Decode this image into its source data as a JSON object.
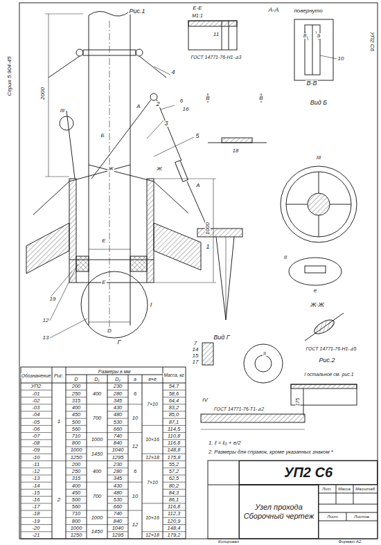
{
  "diagram": {
    "nodes": [
      {
        "text": [
          "УП2 С6"
        ]
      },
      {
        "text": [
          "Узел прохода",
          "Сборочный чертеж"
        ]
      }
    ],
    "labels": [
      "Обозначение",
      "Рис.",
      "Размеры в мм",
      "D",
      "D₁",
      "D₂",
      "а",
      "в×е",
      "Масса, кг",
      "УП2",
      "200",
      "230",
      "54,7",
      "-01",
      "250",
      "280",
      "58,6",
      "-02",
      "315",
      "345",
      "64,4",
      "-03",
      "400",
      "430",
      "83,2",
      "-04",
      "450",
      "480",
      "85,0",
      "-05",
      "500",
      "530",
      "87,1",
      "-06",
      "560",
      "660",
      "114,5",
      "-07",
      "710",
      "740",
      "110,8",
      "-08",
      "800",
      "840",
      "116,8",
      "-09",
      "1000",
      "1040",
      "148,8",
      "-10",
      "1250",
      "1295",
      "175,8",
      "-11",
      "200",
      "230",
      "55,2",
      "-12",
      "250",
      "280",
      "57,2",
      "-13",
      "315",
      "345",
      "62,5",
      "-14",
      "400",
      "430",
      "80,2",
      "-15",
      "450",
      "480",
      "84,3",
      "-16",
      "500",
      "530",
      "86,1",
      "-17",
      "560",
      "660",
      "116,8",
      "-18",
      "710",
      "740",
      "112,3",
      "-19",
      "800",
      "840",
      "120,9",
      "-20",
      "1000",
      "1040",
      "148,4",
      "-21",
      "1250",
      "1295",
      "179,2",
      "1",
      "2",
      "400",
      "700",
      "1000",
      "1450",
      "6",
      "10",
      "12",
      "7×10",
      "10×16",
      "12×18",
      "400",
      "700",
      "1000",
      "1450",
      "6",
      "10",
      "12",
      "7×10",
      "10×16",
      "12×18",
      "Рис.1",
      "Е-Е",
      "М1:1",
      "А-А",
      "повернуто",
      "11",
      "ГОСТ 14771-76-Н1-⊿3",
      "8",
      "9",
      "10",
      "В",
      "В",
      "В-В",
      "18",
      "Вид Б",
      "III",
      "II",
      "е",
      "Ж-Ж",
      "2000",
      "1000",
      "Серия 5.904-45",
      "4",
      "2",
      "6",
      "16",
      "А",
      "Б",
      "3",
      "5",
      "1",
      "III",
      "Ж",
      "Ж",
      "А",
      "Е",
      "Е",
      "I",
      "19",
      "12",
      "13",
      "D",
      "Г",
      "7",
      "14",
      "15",
      "17",
      "Вид Г",
      "II",
      "IV",
      "ГОСТ 14771-76-Т1-⊿2",
      "ГОСТ 14771-76-Н1-⊿5",
      "Рис.2",
      "I остальное см. рис.1",
      "175",
      "1. ℓ = ℓ₀ + е/2",
      "2. Размеры для справок, кроме указанных знаком *",
      "Лит.",
      "Масса",
      "Масштаб",
      "Лист",
      "Листов",
      "УП2 С6",
      "Копировал",
      "Формат А2"
    ]
  }
}
